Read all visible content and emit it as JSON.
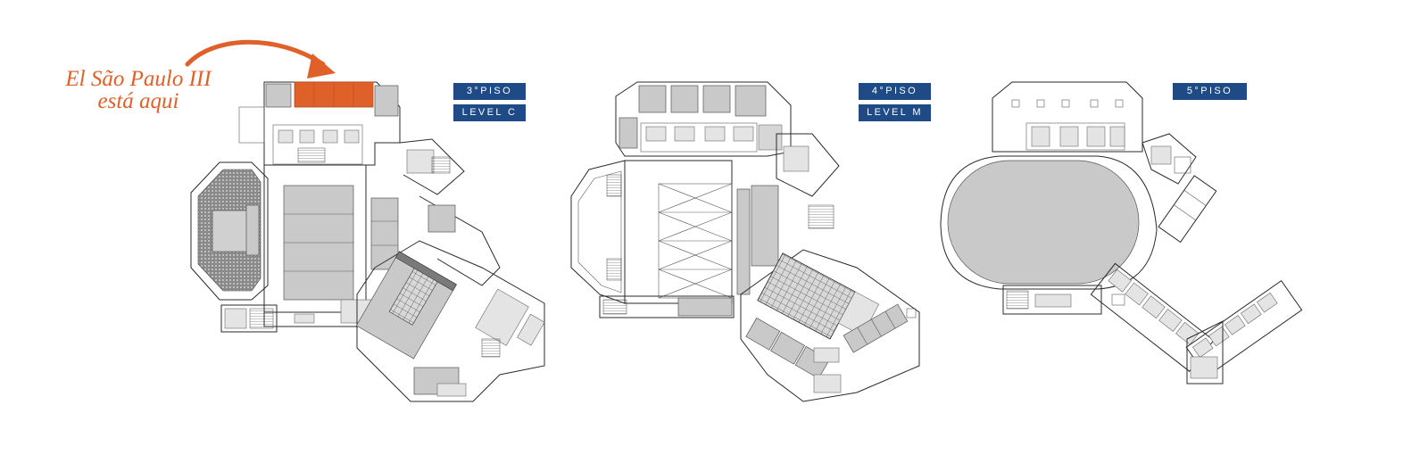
{
  "callout": {
    "line1": "El São Paulo III",
    "line2": "está aqui",
    "color": "#e0602a"
  },
  "floors": [
    {
      "id": "3",
      "labels": [
        "3°PISO",
        "LEVEL C"
      ]
    },
    {
      "id": "4",
      "labels": [
        "4°PISO",
        "LEVEL M"
      ]
    },
    {
      "id": "5",
      "labels": [
        "5°PISO"
      ]
    }
  ],
  "colors": {
    "badge": "#1e4a86",
    "highlight": "#e0602a",
    "room_fill": "#c9c9c9"
  }
}
